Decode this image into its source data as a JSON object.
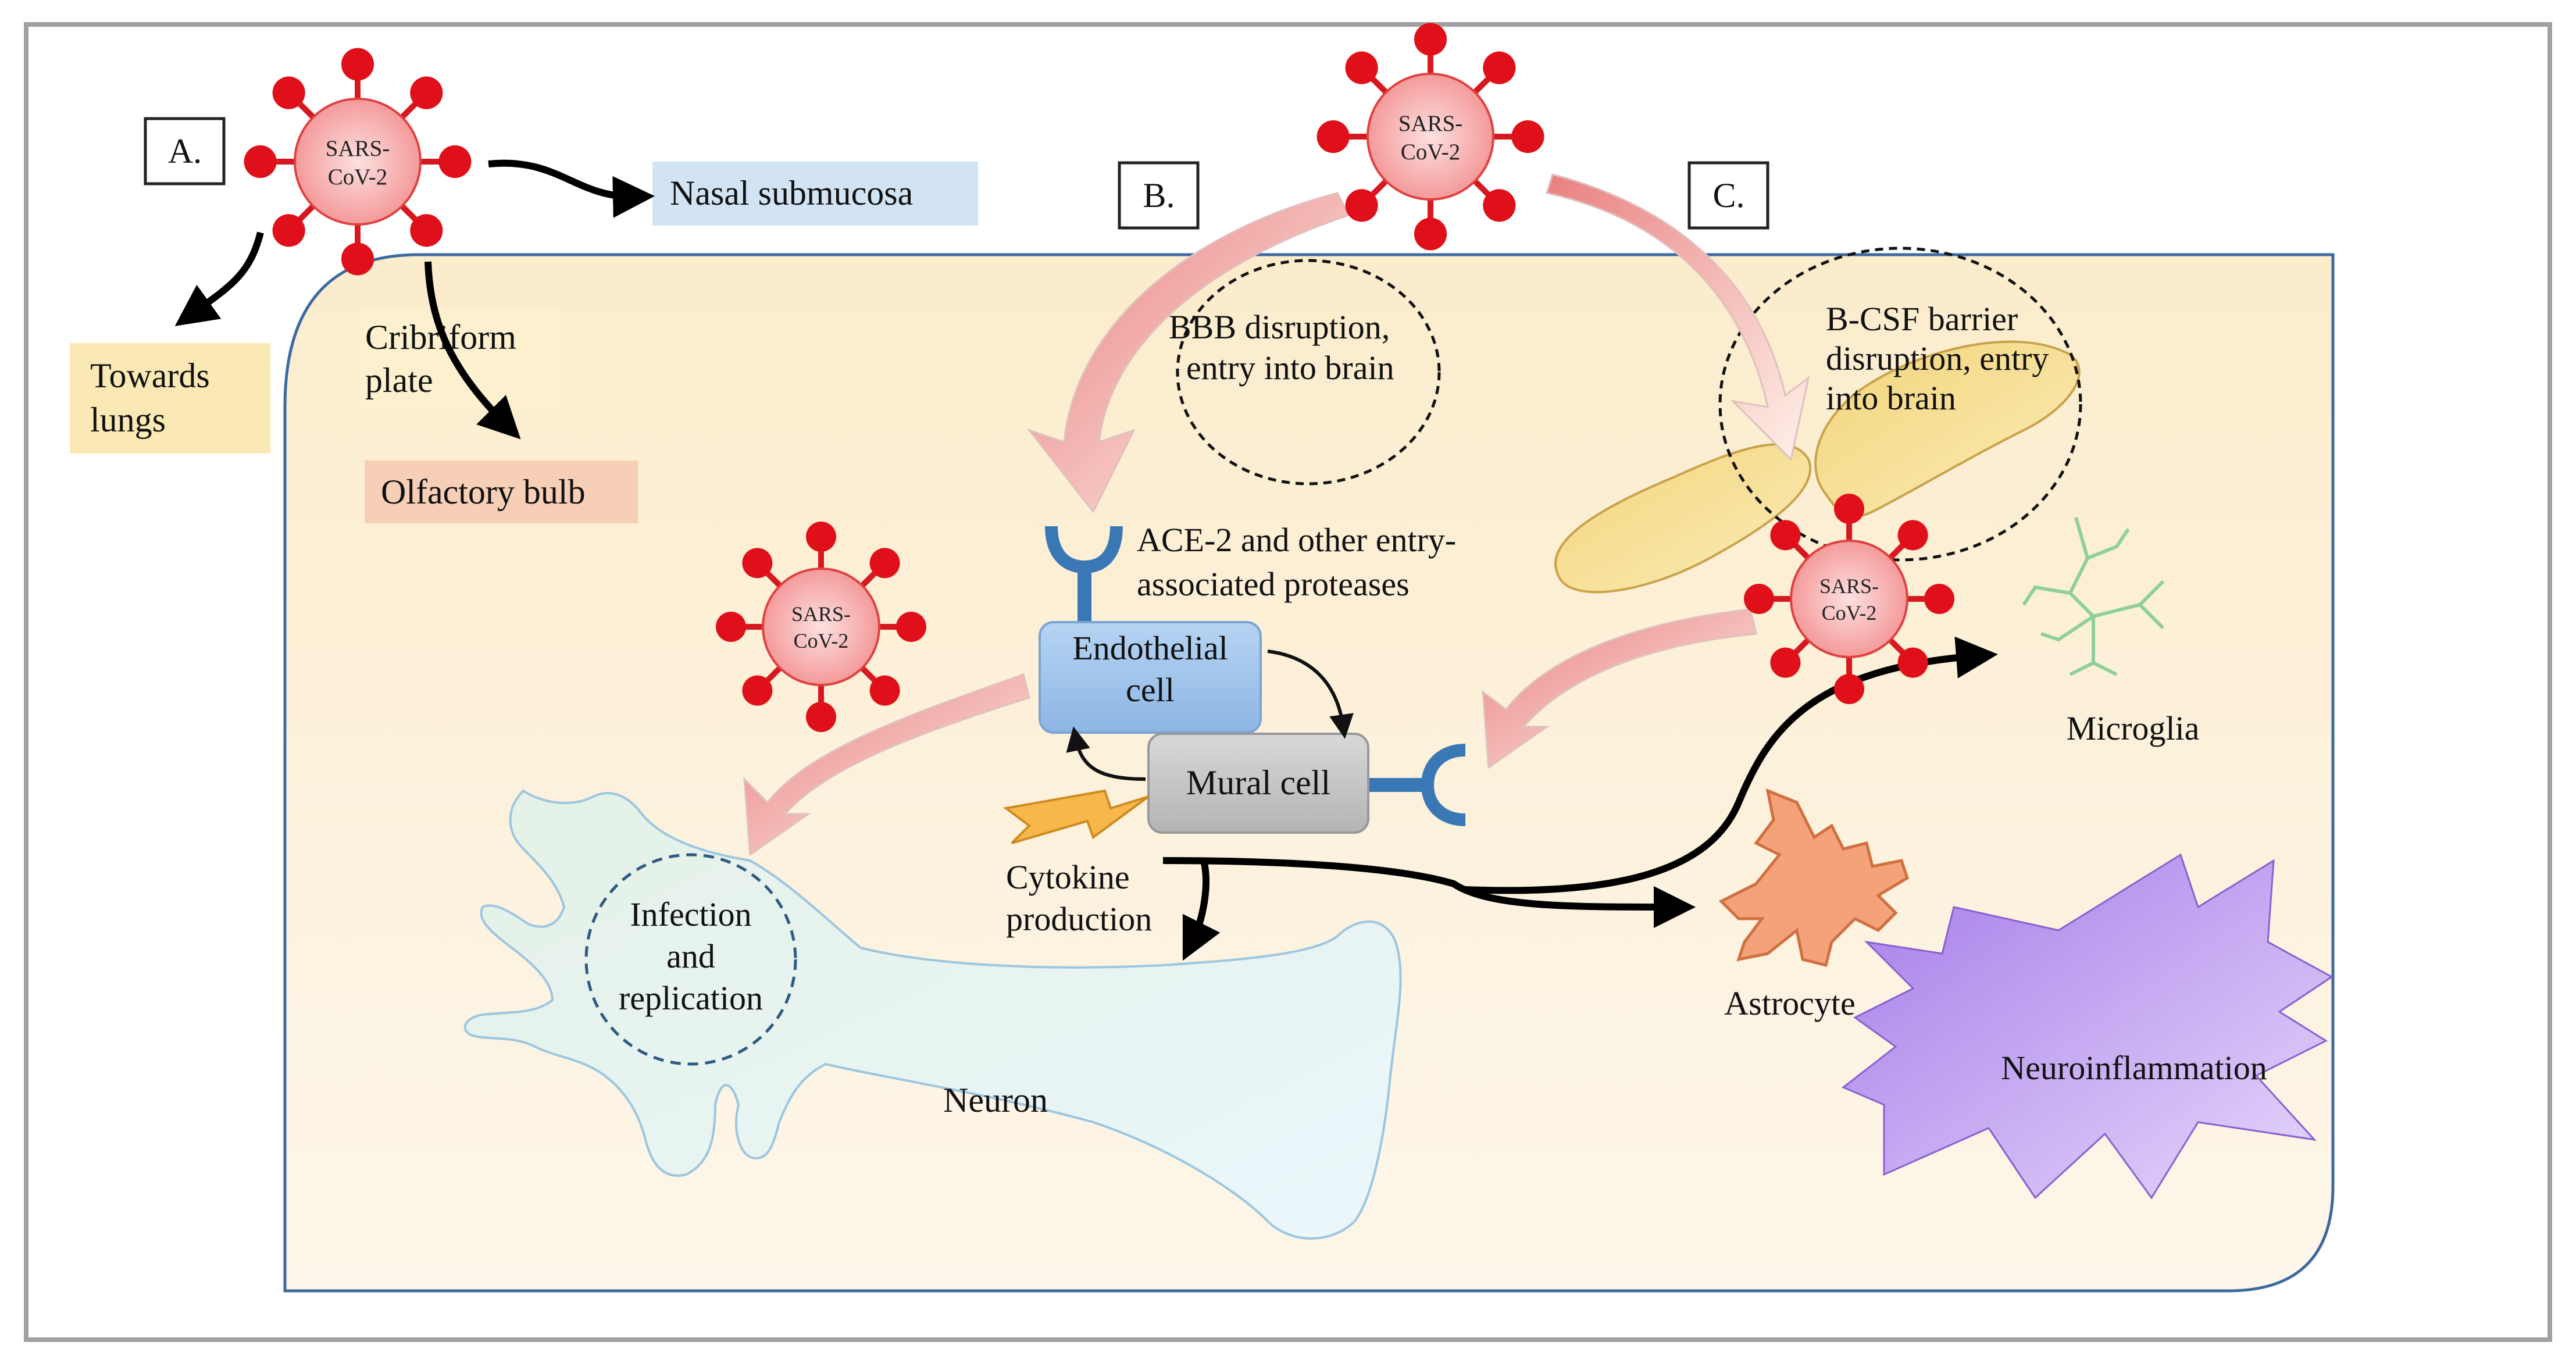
{
  "labels": {
    "panel_a": "A.",
    "panel_b": "B.",
    "panel_c": "C.",
    "virus_line1": "SARS-",
    "virus_line2": "CoV-2",
    "nasal_submucosa": "Nasal submucosa",
    "towards_lungs_1": "Towards",
    "towards_lungs_2": "lungs",
    "cribriform_1": "Cribriform",
    "cribriform_2": "plate",
    "olfactory_bulb": "Olfactory bulb",
    "bbb_1": "BBB disruption,",
    "bbb_2": "entry into brain",
    "bcsf_1": "B-CSF barrier",
    "bcsf_2": "disruption, entry",
    "bcsf_3": "into brain",
    "ace2_1": "ACE-2 and other entry-",
    "ace2_2": "associated proteases",
    "endothelial_1": "Endothelial",
    "endothelial_2": "cell",
    "mural": "Mural cell",
    "cytokine_1": "Cytokine",
    "cytokine_2": "production",
    "infection_1": "Infection",
    "infection_2": "and",
    "infection_3": "replication",
    "neuron": "Neuron",
    "astrocyte": "Astrocyte",
    "microglia": "Microglia",
    "neuroinflammation": "Neuroinflammation"
  },
  "colors": {
    "virus_fill": "#f6a2a2",
    "virus_spike": "#e0101a",
    "brain_fill": "#fbf0d8",
    "brain_stroke": "#3c6aa0",
    "endothelial_fill": "#9fc3ea",
    "mural_fill": "#c8c8c8",
    "neuron_fill": "#e6f3ec",
    "astrocyte_fill": "#f4a27a",
    "neuroinflammation_fill": "#c4a2f0",
    "nasal_box": "#d2e4f4",
    "lungs_box": "#fbe9b5",
    "olfactory_box": "#f7cfb6"
  }
}
